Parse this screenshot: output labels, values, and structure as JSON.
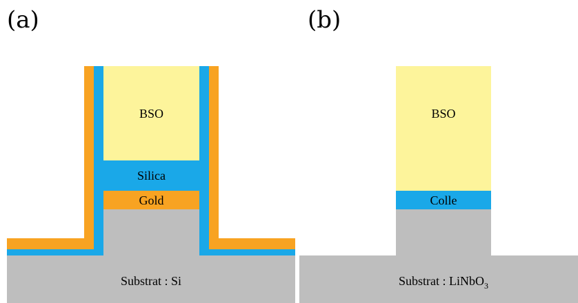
{
  "colors": {
    "bso": "#fdf49b",
    "silica": "#1aa8e8",
    "gold": "#f8a322",
    "substrate": "#bebebe",
    "background": "#ffffff"
  },
  "panel_a": {
    "label": "(a)",
    "bso": "BSO",
    "silica": "Silica",
    "gold": "Gold",
    "substrate": "Substrat : Si"
  },
  "panel_b": {
    "label": "(b)",
    "bso": "BSO",
    "colle": "Colle",
    "substrate_prefix": "Substrat : LiNbO",
    "substrate_subscript": "3"
  }
}
